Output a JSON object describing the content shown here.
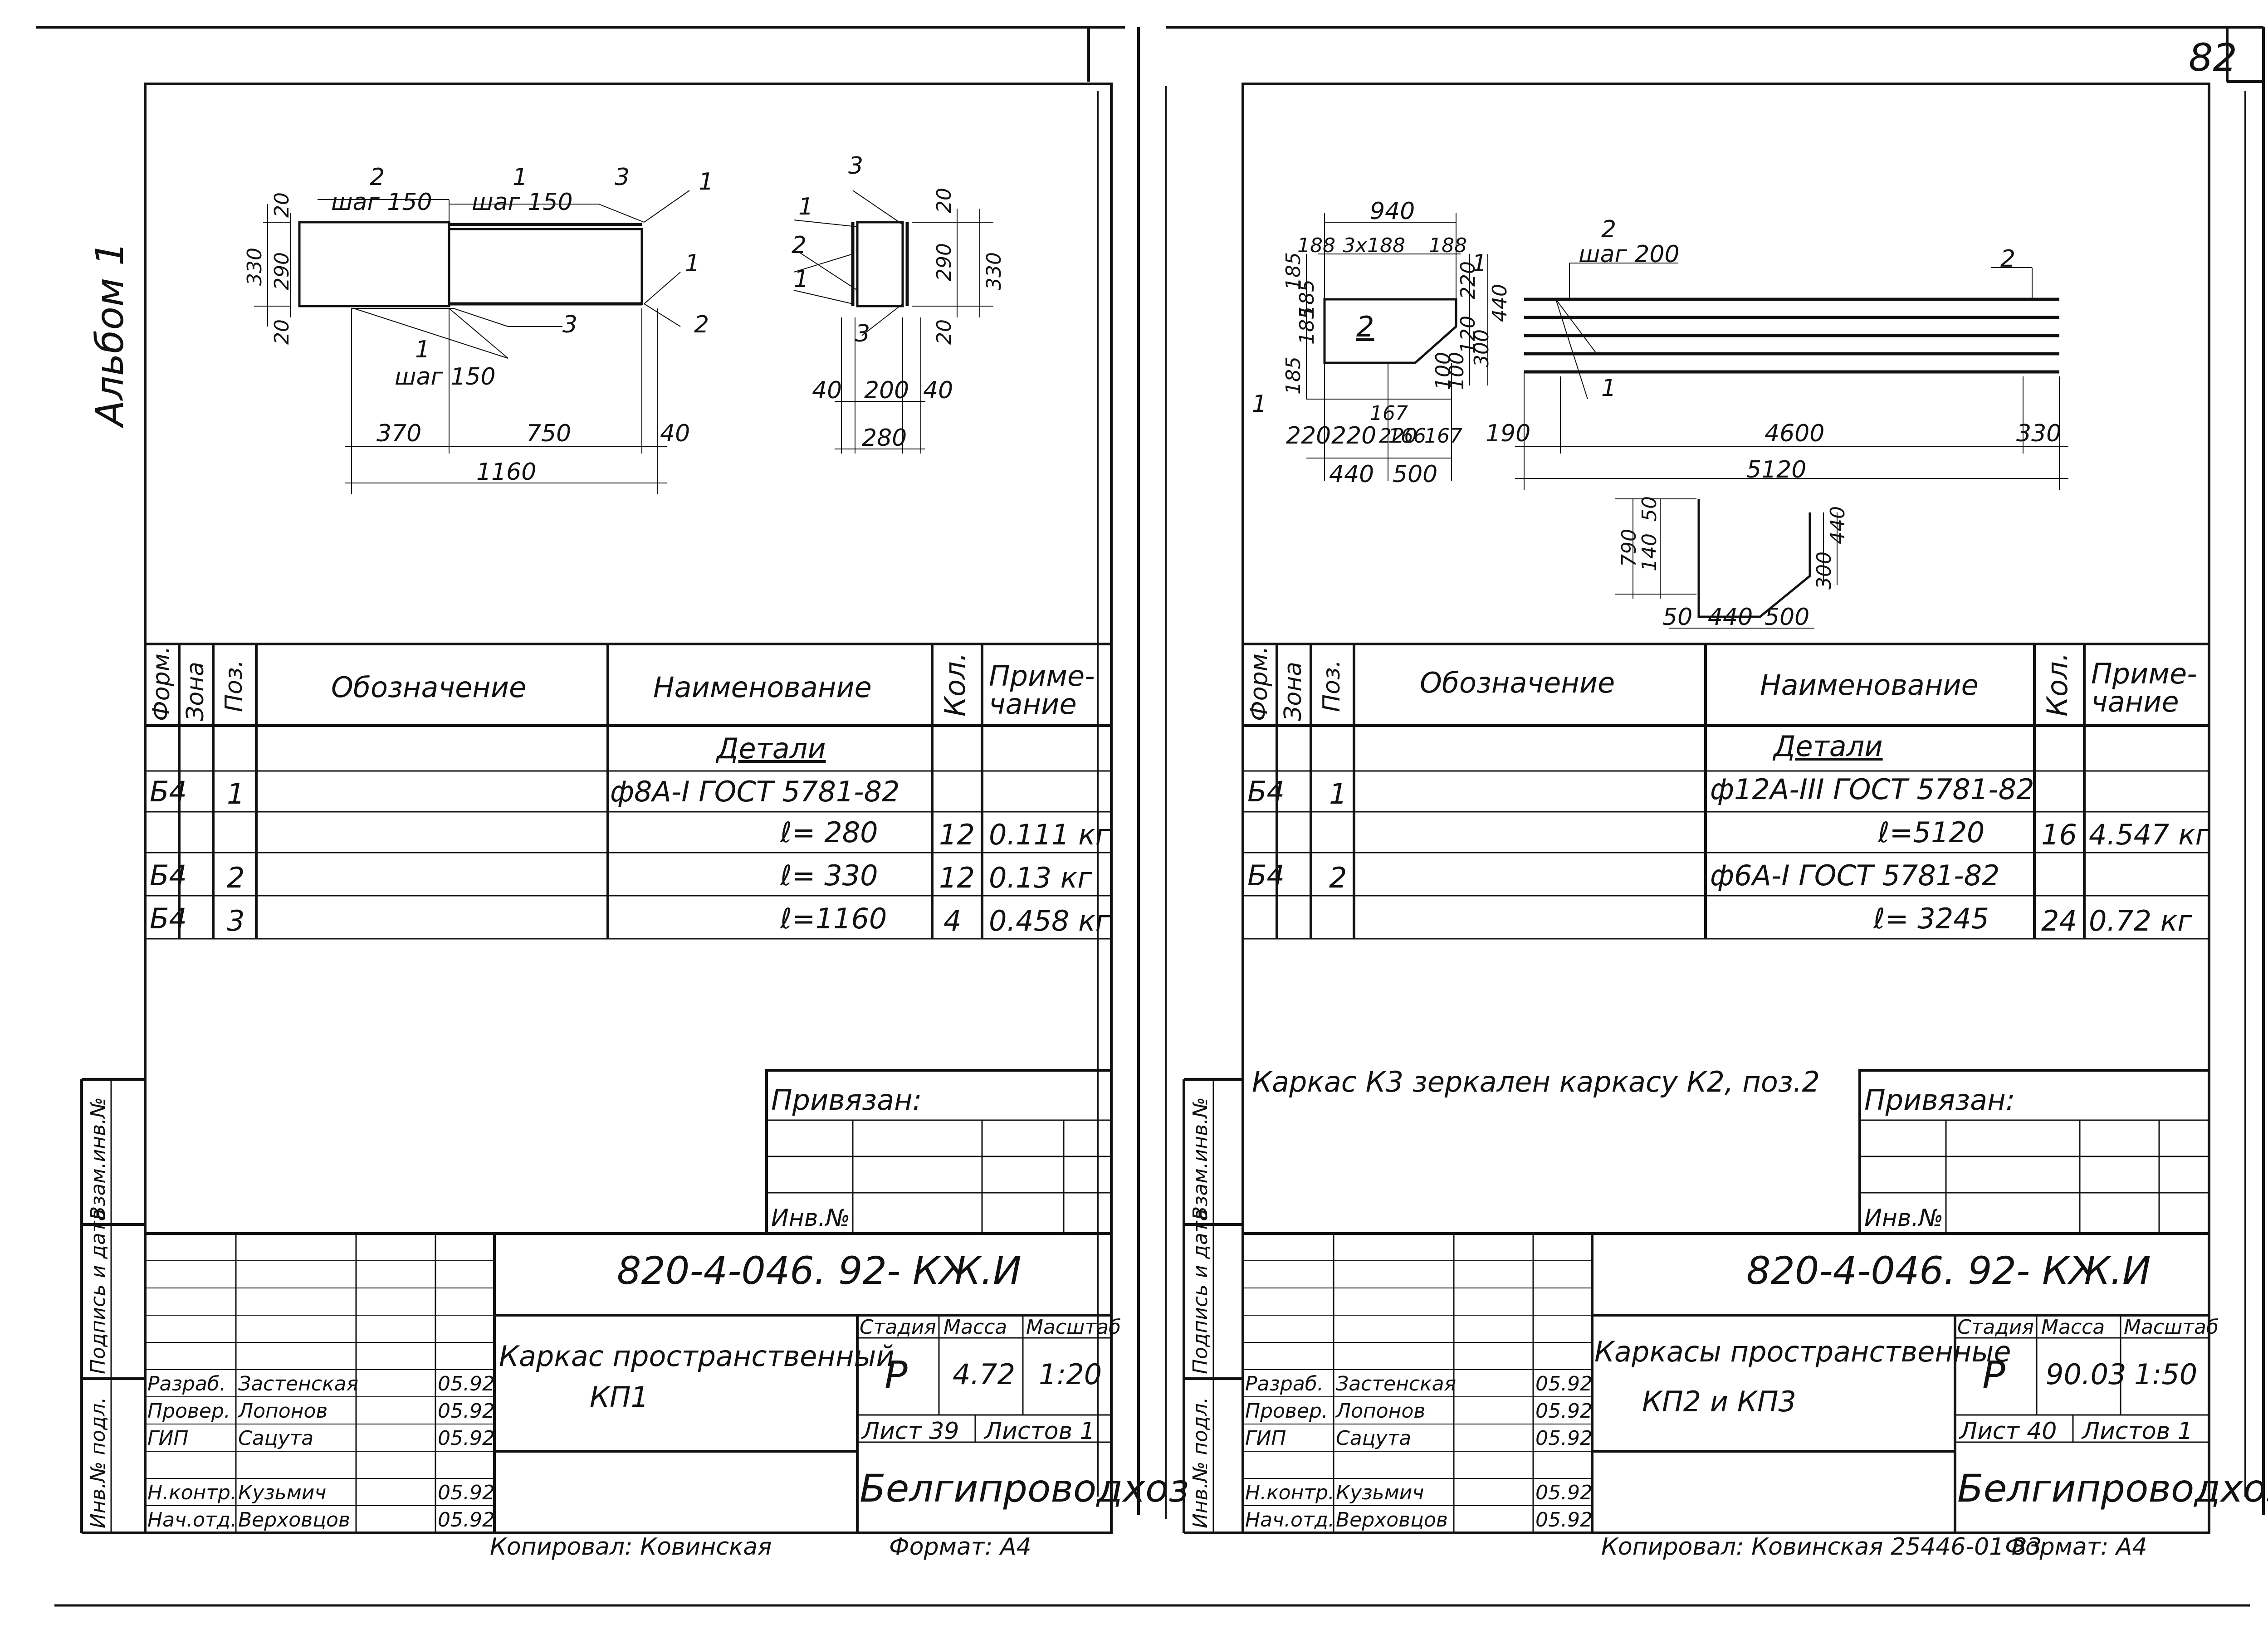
{
  "page_number": "82",
  "album_label": "Альбом 1",
  "left_sheet": {
    "drawing": {
      "labels": [
        "2",
        "шаг 150",
        "1",
        "шаг 150",
        "3",
        "1",
        "1",
        "2",
        "3",
        "1",
        "шаг 150"
      ],
      "dims": [
        "330",
        "290",
        "20",
        "20",
        "370",
        "750",
        "40",
        "1160"
      ],
      "section": {
        "labels": [
          "3",
          "1",
          "2",
          "1",
          "3"
        ],
        "dims": [
          "20",
          "290",
          "330",
          "20",
          "40",
          "200",
          "40",
          "280"
        ]
      }
    },
    "spec": {
      "headers": {
        "format": "Форм.",
        "zone": "Зона",
        "pos": "Поз.",
        "designation": "Обозначение",
        "name": "Наименование",
        "qty": "Кол.",
        "note": "Приме-чание"
      },
      "section_title": "Детали",
      "rows": [
        {
          "format": "Б4",
          "pos": "1",
          "name": "ф8А-I  ГОСТ 5781-82",
          "qty": "",
          "note": ""
        },
        {
          "format": "",
          "pos": "",
          "name": "ℓ= 280",
          "qty": "12",
          "note": "0.111 кг"
        },
        {
          "format": "Б4",
          "pos": "2",
          "name": "ℓ= 330",
          "qty": "12",
          "note": "0.13 кг"
        },
        {
          "format": "Б4",
          "pos": "3",
          "name": "ℓ=1160",
          "qty": "4",
          "note": "0.458 кг"
        }
      ]
    },
    "privyazan": "Привязан:",
    "inv_no": "Инв.№",
    "doc_code": "820-4-046. 92- КЖ.И",
    "title_line1": "Каркас пространственный",
    "title_line2": "КП1",
    "stage_label": "Стадия",
    "mass_label": "Масса",
    "scale_label": "Масштаб",
    "stage": "Р",
    "mass": "4.72",
    "scale": "1:20",
    "sheet": "Лист 39",
    "sheets": "Листов 1",
    "org": "Белгипроводхоз",
    "signers": [
      {
        "role": "Разраб.",
        "name": "Застенская",
        "date": "05.92"
      },
      {
        "role": "Провер.",
        "name": "Лопонов",
        "date": "05.92"
      },
      {
        "role": "ГИП",
        "name": "Сацута",
        "date": "05.92"
      },
      {
        "role": "Н.контр.",
        "name": "Кузьмич",
        "date": "05.92"
      },
      {
        "role": "Нач.отд.",
        "name": "Верховцов",
        "date": "05.92"
      }
    ],
    "copied": "Копировал: Ковинская",
    "format": "Формат: А4",
    "side_labels": [
      "Взам.инв.№",
      "Подпись и дата",
      "Инв.№ подл."
    ]
  },
  "right_sheet": {
    "drawing": {
      "dims_top": [
        "940",
        "188",
        "3x188",
        "188",
        "1",
        "185",
        "185",
        "185",
        "185",
        "2",
        "1",
        "220",
        "300",
        "440",
        "100",
        "100",
        "120",
        "220",
        "220",
        "220",
        "167",
        "166",
        "167",
        "440",
        "500"
      ],
      "long": {
        "labels": [
          "2",
          "шаг 200",
          "2",
          "1"
        ],
        "dims": [
          "190",
          "4600",
          "330",
          "5120"
        ]
      },
      "bent": {
        "dims": [
          "790",
          "140",
          "50",
          "300",
          "440",
          "50",
          "440",
          "500"
        ]
      }
    },
    "spec": {
      "headers": {
        "format": "Форм.",
        "zone": "Зона",
        "pos": "Поз.",
        "designation": "Обозначение",
        "name": "Наименование",
        "qty": "Кол.",
        "note": "Приме-чание"
      },
      "section_title": "Детали",
      "rows": [
        {
          "format": "Б4",
          "pos": "1",
          "name": "ф12А-III  ГОСТ 5781-82",
          "qty": "",
          "note": ""
        },
        {
          "format": "",
          "pos": "",
          "name": "ℓ=5120",
          "qty": "16",
          "note": "4.547 кг"
        },
        {
          "format": "Б4",
          "pos": "2",
          "name": "ф6А-I  ГОСТ 5781-82",
          "qty": "",
          "note": ""
        },
        {
          "format": "",
          "pos": "",
          "name": "ℓ= 3245",
          "qty": "24",
          "note": "0.72 кг"
        }
      ]
    },
    "note": "Каркас К3 зеркален каркасу К2, поз.2",
    "privyazan": "Привязан:",
    "inv_no": "Инв.№",
    "doc_code": "820-4-046. 92- КЖ.И",
    "title_line1": "Каркасы пространственные",
    "title_line2": "КП2  и  КП3",
    "stage_label": "Стадия",
    "mass_label": "Масса",
    "scale_label": "Масштаб",
    "stage": "Р",
    "mass": "90.03",
    "scale": "1:50",
    "sheet": "Лист 40",
    "sheets": "Листов 1",
    "org": "Белгипроводхоз",
    "signers": [
      {
        "role": "Разраб.",
        "name": "Застенская",
        "date": "05.92"
      },
      {
        "role": "Провер.",
        "name": "Лопонов",
        "date": "05.92"
      },
      {
        "role": "ГИП",
        "name": "Сацута",
        "date": "05.92"
      },
      {
        "role": "Н.контр.",
        "name": "Кузьмич",
        "date": "05.92"
      },
      {
        "role": "Нач.отд.",
        "name": "Верховцов",
        "date": "05.92"
      }
    ],
    "copied": "Копировал: Ковинская  25446-01  83",
    "format": "Формат: А4",
    "side_labels": [
      "Взам.инв.№",
      "Подпись и дата",
      "Инв.№ подл."
    ]
  }
}
